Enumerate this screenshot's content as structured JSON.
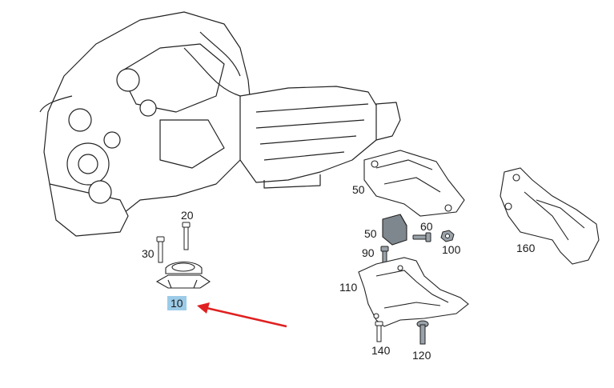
{
  "diagram": {
    "highlight_color": "#9ccbe8",
    "arrow_color": "#e02020",
    "parts": [
      {
        "id": "p20",
        "number": "20",
        "component": "bolt"
      },
      {
        "id": "p30",
        "number": "30",
        "component": "bolt"
      },
      {
        "id": "p10",
        "number": "10",
        "component": "engine-mount",
        "highlighted": true
      },
      {
        "id": "p50a",
        "number": "50",
        "component": "transmission-bracket"
      },
      {
        "id": "p50b",
        "number": "50",
        "component": "rubber-mount"
      },
      {
        "id": "p60",
        "number": "60",
        "component": "bolt"
      },
      {
        "id": "p90",
        "number": "90",
        "component": "bolt"
      },
      {
        "id": "p100",
        "number": "100",
        "component": "nut"
      },
      {
        "id": "p110",
        "number": "110",
        "component": "crossmember"
      },
      {
        "id": "p120",
        "number": "120",
        "component": "bolt"
      },
      {
        "id": "p140",
        "number": "140",
        "component": "bolt"
      },
      {
        "id": "p160",
        "number": "160",
        "component": "support-bracket"
      }
    ]
  }
}
